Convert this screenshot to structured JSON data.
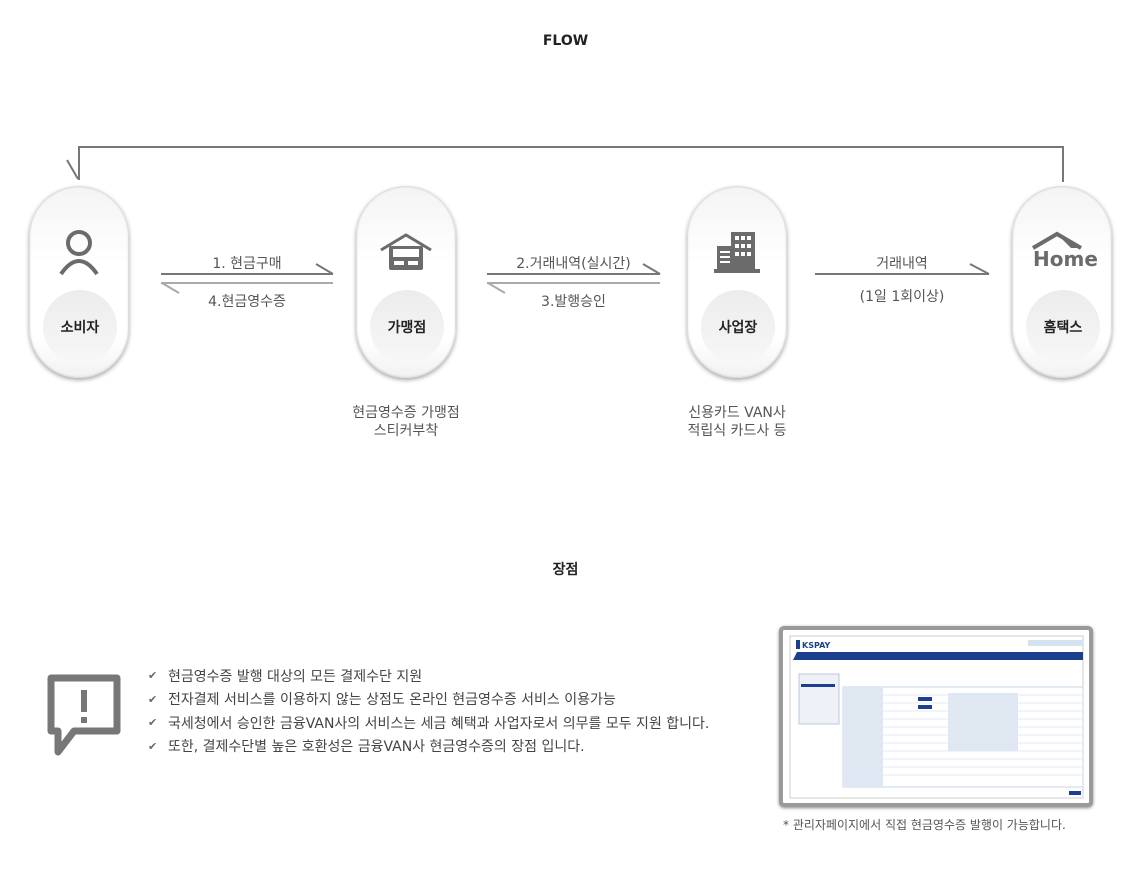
{
  "flow": {
    "title": "FLOW",
    "nodes": [
      {
        "label": "소비자",
        "icon": "person-icon"
      },
      {
        "label": "가맹점",
        "icon": "store-icon"
      },
      {
        "label": "사업장",
        "icon": "building-icon"
      },
      {
        "label": "홈택스",
        "icon": "hometax-icon"
      }
    ],
    "arrows": {
      "a1": "1. 현금구매",
      "a4": "4.현금영수증",
      "a2": "2.거래내역(실시간)",
      "a3": "3.발행승인",
      "a5": "거래내역",
      "a5sub": "(1일 1회이상)"
    },
    "desc": {
      "store_1": "현금영수증 가맹점",
      "store_2": "스티커부착",
      "biz_1": "신용카드 VAN사",
      "biz_2": "적립식 카드사 등"
    },
    "hometax_logo": "Home"
  },
  "benefits": {
    "title": "장점",
    "items": [
      "현금영수증 발행 대상의 모든 결제수단 지원",
      "전자결제 서비스를 이용하지 않는 상점도 온라인 현금영수증 서비스 이용가능",
      "국세청에서 승인한 금융VAN사의 서비스는 세금 혜택과 사업자로서 의무를 모두 지원 합니다.",
      "또한, 결제수단별 높은 호환성은 금융VAN사 현금영수증의 장점 입니다."
    ],
    "screenshot_logo": "KSPAY",
    "caption": "* 관리자페이지에서 직접 현금영수증 발행이 가능합니다."
  },
  "colors": {
    "line": "#777",
    "icon": "#6b6b6b",
    "navy": "#1d3f8f"
  }
}
